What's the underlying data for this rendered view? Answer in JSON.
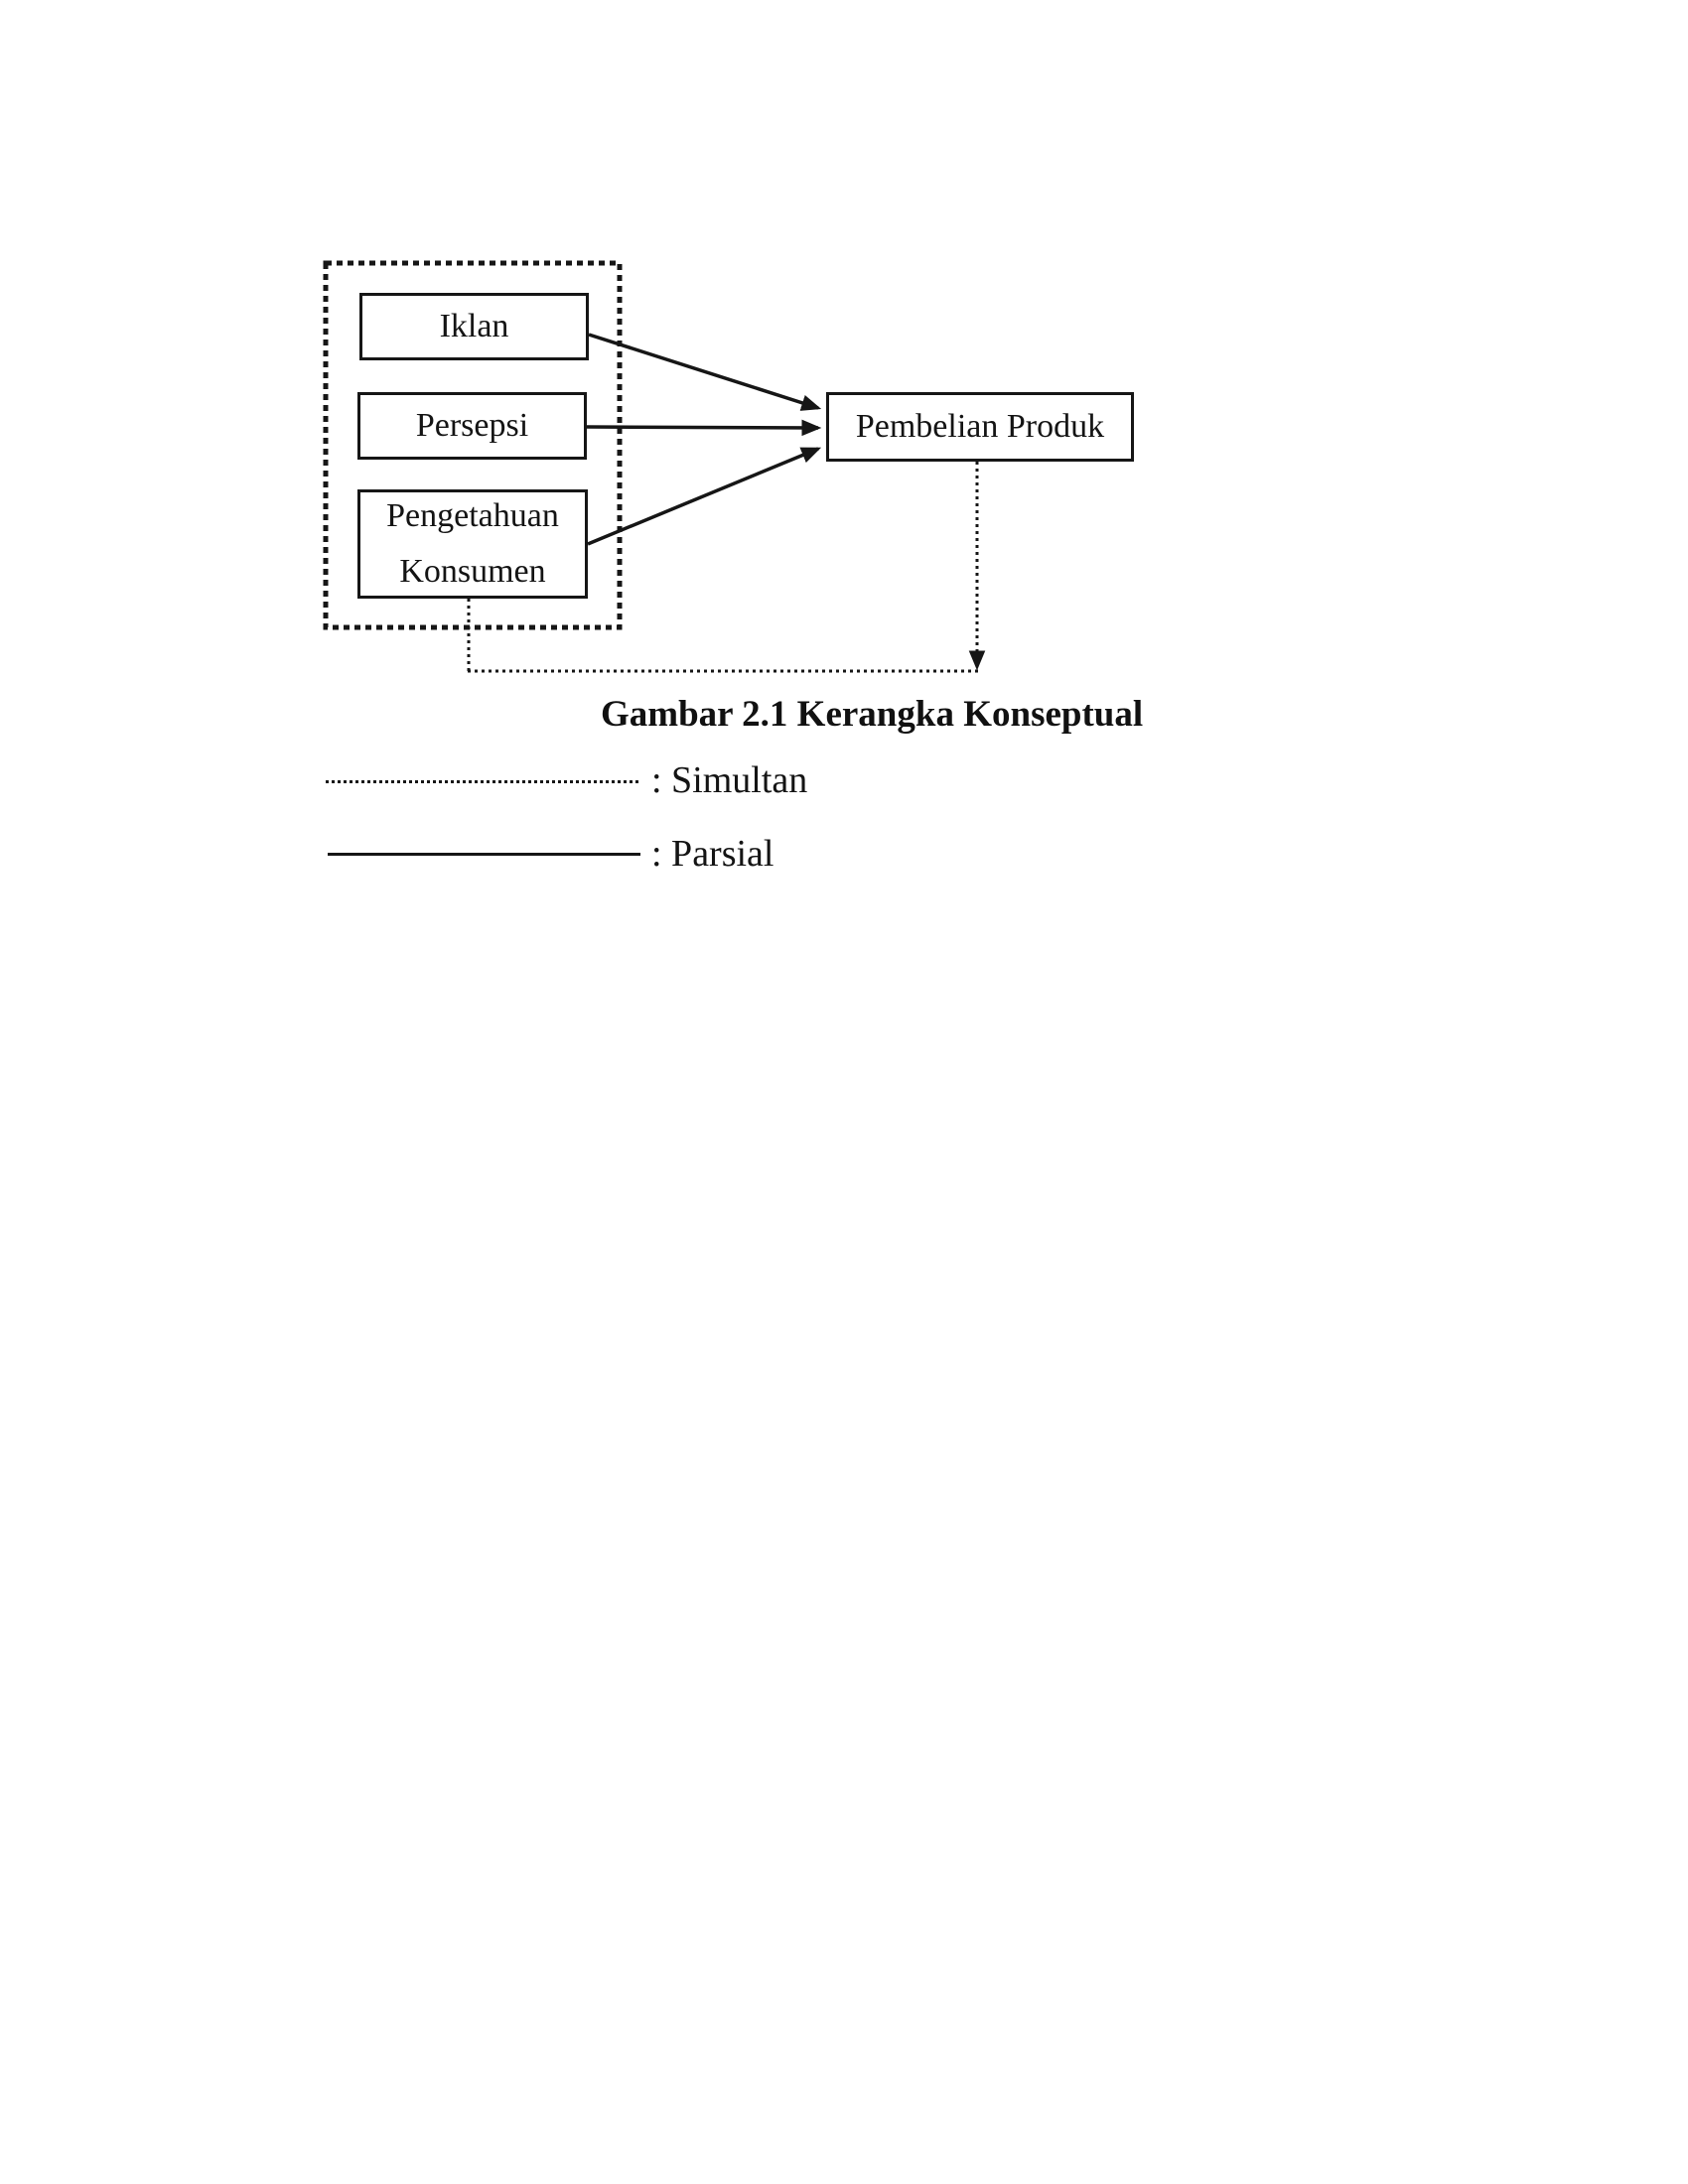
{
  "page": {
    "background_color": "#ffffff",
    "ink_color": "#161616"
  },
  "diagram": {
    "caption": "Gambar 2.1 Kerangka Konseptual",
    "group_box": {
      "border_style": "dotted",
      "contains": [
        "iklan",
        "persepsi",
        "pengetahuan-konsumen"
      ]
    },
    "nodes": [
      {
        "id": "iklan",
        "label": "Iklan"
      },
      {
        "id": "persepsi",
        "label": "Persepsi"
      },
      {
        "id": "pengetahuan-konsumen",
        "label": "Pengetahuan Konsumen"
      },
      {
        "id": "pembelian-produk",
        "label": "Pembelian Produk"
      }
    ],
    "edges": [
      {
        "from": "iklan",
        "to": "pembelian-produk",
        "line_style": "solid",
        "arrowhead": true
      },
      {
        "from": "persepsi",
        "to": "pembelian-produk",
        "line_style": "solid",
        "arrowhead": true
      },
      {
        "from": "pengetahuan-konsumen",
        "to": "pembelian-produk",
        "line_style": "solid",
        "arrowhead": true
      },
      {
        "from": "group-box",
        "to": "pembelian-produk",
        "line_style": "dotted",
        "arrowhead": true
      }
    ]
  },
  "legend": {
    "items": [
      {
        "line_style": "dotted",
        "label": ": Simultan"
      },
      {
        "line_style": "solid",
        "label": ": Parsial"
      }
    ]
  }
}
